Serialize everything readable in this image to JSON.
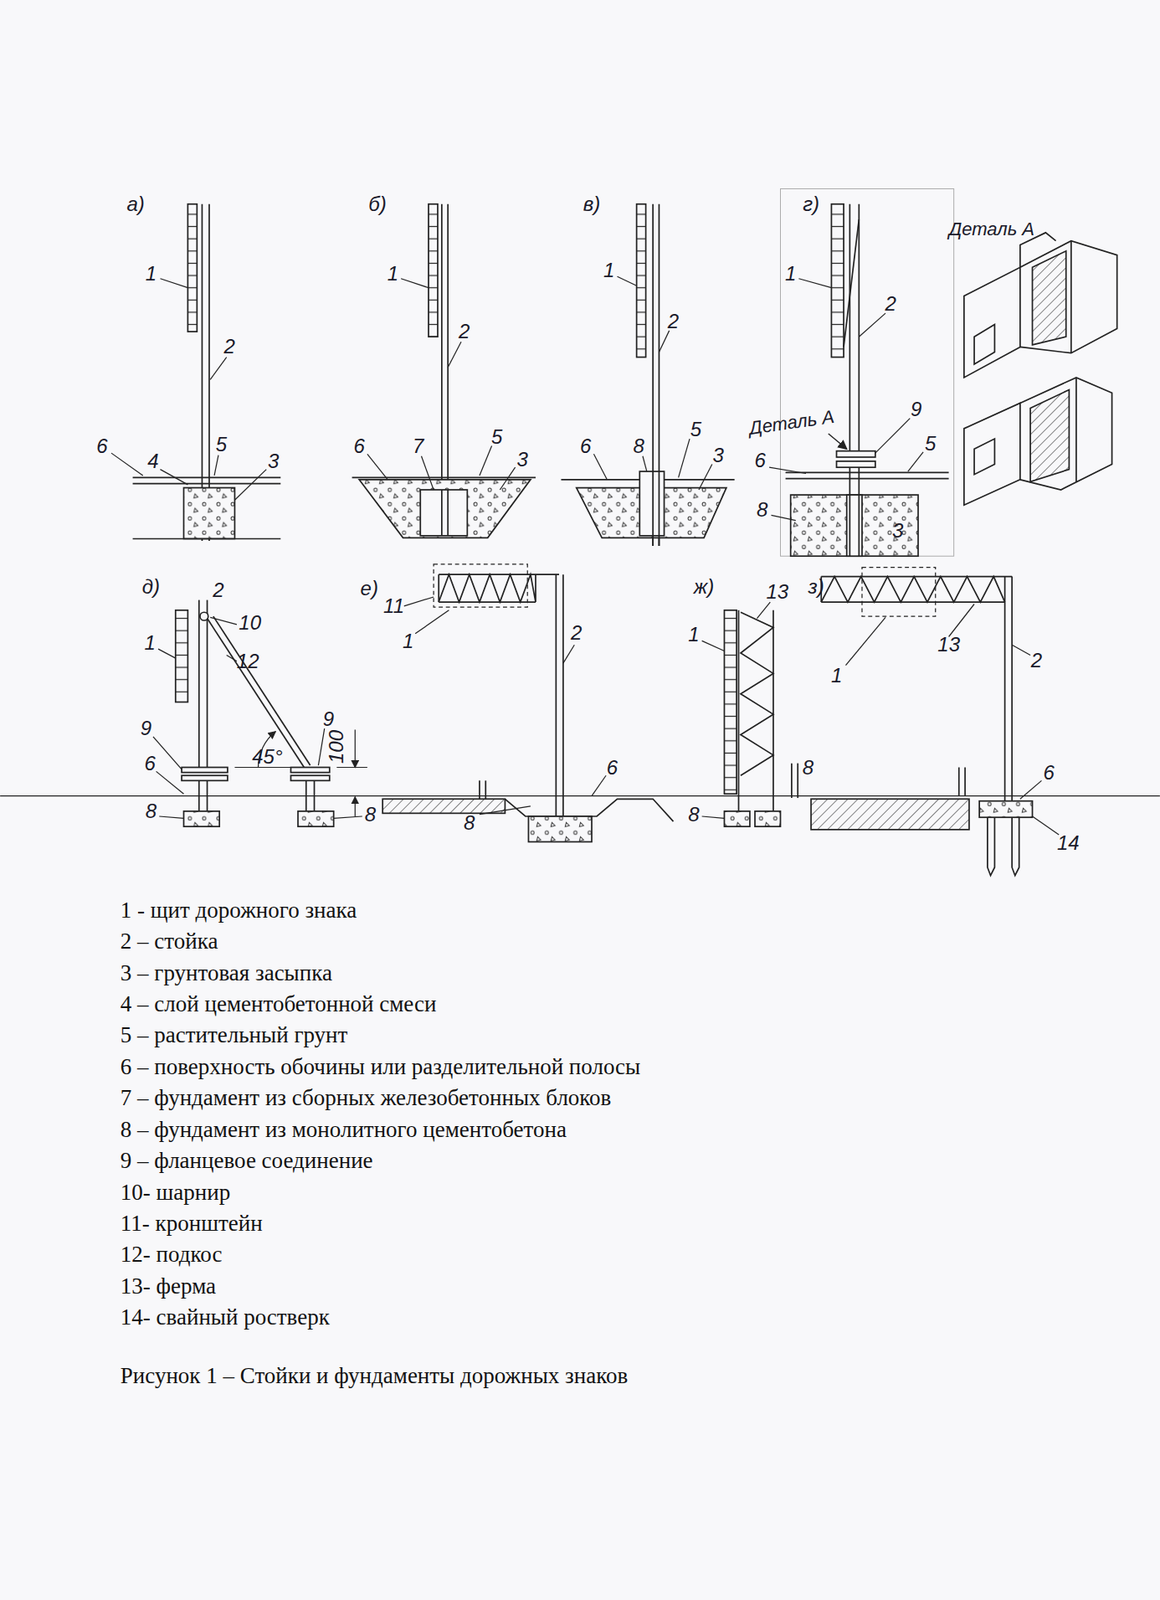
{
  "diagram": {
    "caption": "Рисунок 1 – Стойки и фундаменты дорожных знаков",
    "labels": [
      "а)",
      "1",
      "2",
      "6",
      "4",
      "5",
      "3",
      "б)",
      "1",
      "2",
      "6",
      "7",
      "5",
      "3",
      "в)",
      "1",
      "2",
      "6",
      "8",
      "5",
      "3",
      "г)",
      "1",
      "2",
      "9",
      "Деталь А",
      "6",
      "5",
      "8",
      "3",
      "Деталь А",
      "д)",
      "1",
      "2",
      "10",
      "12",
      "9",
      "9",
      "45°",
      "100",
      "6",
      "8",
      "8",
      "е)",
      "11",
      "1",
      "2",
      "6",
      "8",
      "ж)",
      "1",
      "13",
      "8",
      "8",
      "з)",
      "1",
      "13",
      "2",
      "6",
      "14",
      "1 - щит дорожного знака",
      "2 – стойка",
      "3 – грунтовая засыпка",
      "4 – слой цементобетонной смеси",
      "5 – растительный грунт",
      "6 – поверхность обочины или разделительной полосы",
      "7 – фундамент из сборных железобетонных блоков",
      "8 – фундамент из монолитного цементобетона",
      "9 – фланцевое соединение",
      "10- шарнир",
      "11- кронштейн",
      "12- подкос",
      "13- ферма",
      "14- свайный ростверк"
    ]
  }
}
